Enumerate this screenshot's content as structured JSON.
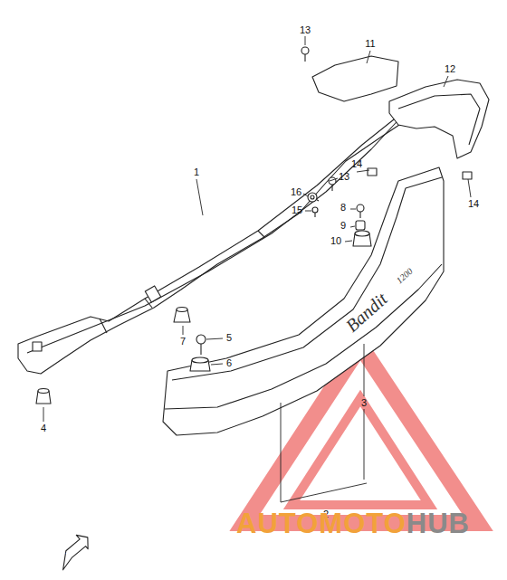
{
  "diagram": {
    "labels": [
      "13",
      "11",
      "12",
      "1",
      "14",
      "13",
      "16",
      "15",
      "8",
      "9",
      "10",
      "14",
      "7",
      "5",
      "6",
      "4",
      "3",
      "2",
      "FWD",
      "Bandit",
      "1200",
      "AUTOMOTO",
      "HUB"
    ]
  }
}
